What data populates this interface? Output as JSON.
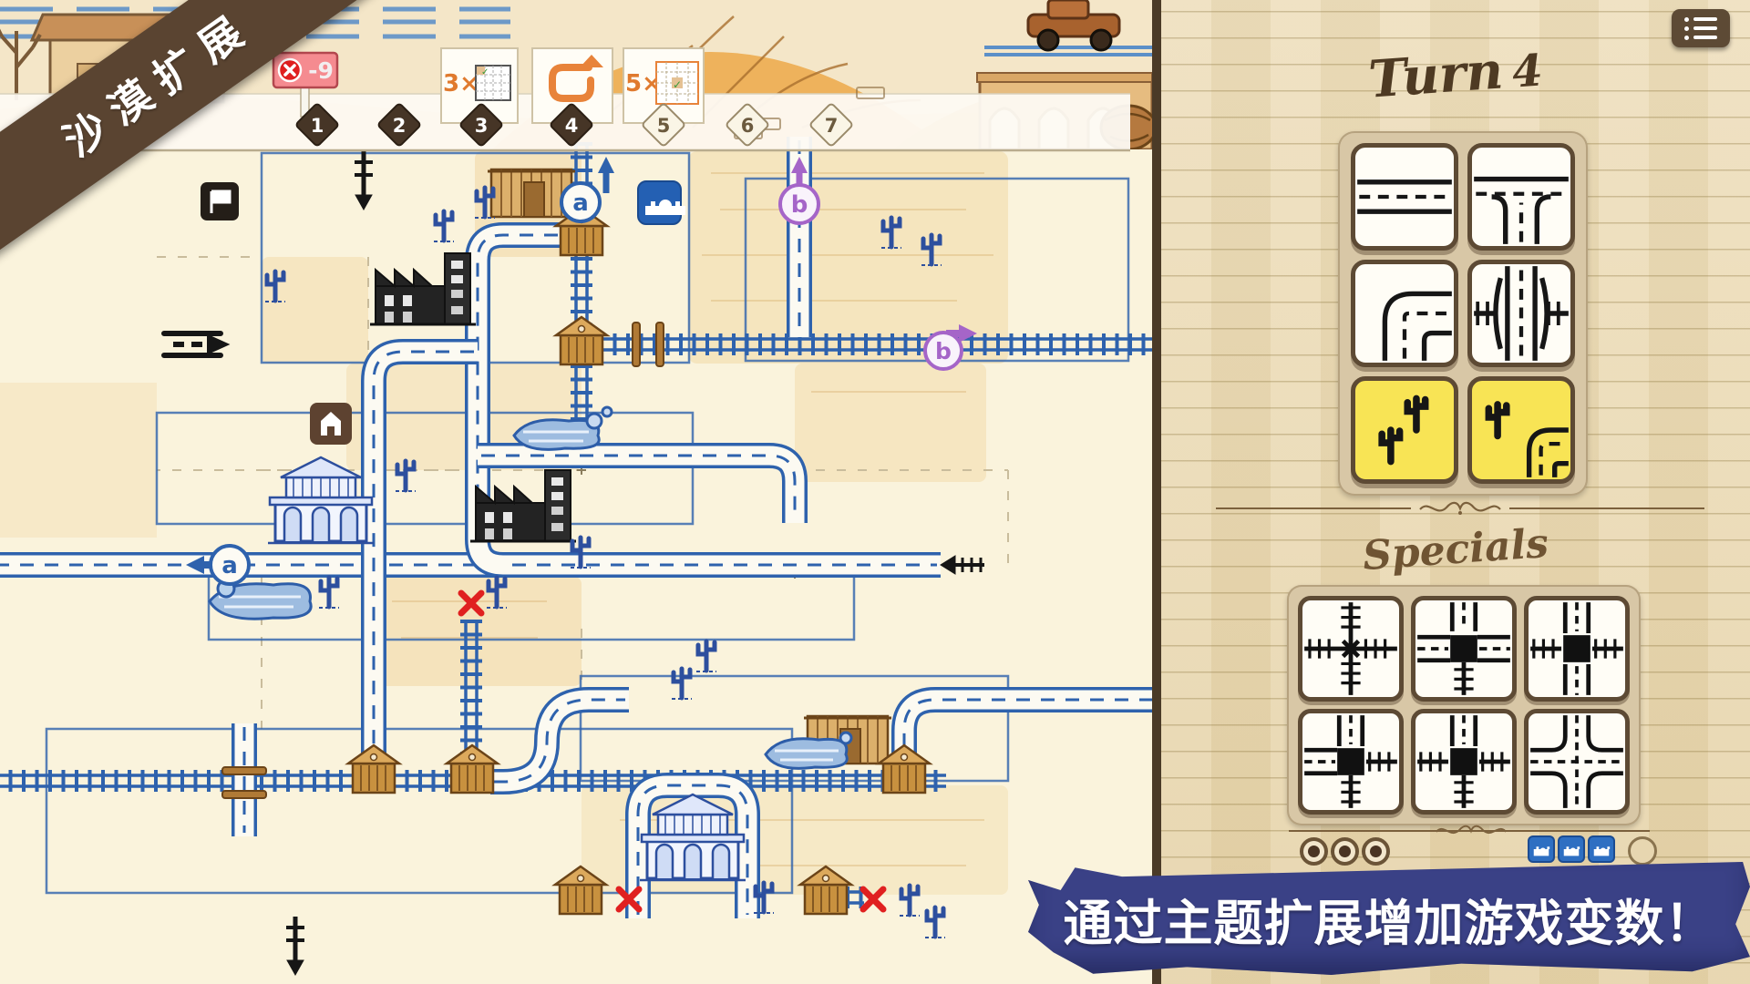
{
  "ribbon": {
    "label": "沙漠扩展"
  },
  "hud": {
    "score_badge": {
      "icon": "x-circle",
      "value": "-9"
    },
    "turn_track": {
      "current_turn": 4,
      "markers": [
        {
          "n": "1",
          "filled": true
        },
        {
          "n": "2",
          "filled": true
        },
        {
          "n": "3",
          "filled": true
        },
        {
          "n": "4",
          "filled": true
        },
        {
          "n": "5",
          "filled": false
        },
        {
          "n": "6",
          "filled": false
        },
        {
          "n": "7",
          "filled": false
        }
      ],
      "cards": [
        {
          "slot": 3,
          "label": "3×",
          "icon": "grid-check"
        },
        {
          "slot": 4,
          "label": "",
          "icon": "redo-arrow"
        },
        {
          "slot": 5,
          "label": "5×",
          "icon": "grid-center-check"
        }
      ]
    }
  },
  "board": {
    "exits": [
      {
        "label": "a",
        "color": "blue",
        "position": "top-rail"
      },
      {
        "label": "b",
        "color": "purple",
        "position": "top-road"
      },
      {
        "label": "a",
        "color": "blue",
        "position": "left-road"
      },
      {
        "label": "b",
        "color": "purple",
        "position": "right-rail"
      }
    ],
    "badges": [
      "flag",
      "house",
      "mission"
    ],
    "error_marks": 3,
    "features": [
      "factories",
      "mansions",
      "stations",
      "lakes",
      "cacti",
      "railways",
      "roads",
      "overpass-bridges"
    ]
  },
  "panel": {
    "menu_button": "list-menu-icon",
    "turn": {
      "label": "Turn",
      "value": "4"
    },
    "dice": [
      {
        "face": "road-straight",
        "highlight": false
      },
      {
        "face": "road-t-junction",
        "highlight": false
      },
      {
        "face": "road-curve",
        "highlight": false
      },
      {
        "face": "road-rail-overpass",
        "highlight": false
      },
      {
        "face": "desert-cacti",
        "highlight": true
      },
      {
        "face": "desert-road-curve",
        "highlight": true
      }
    ],
    "specials": {
      "heading": "Specials",
      "tiles": [
        "rail-crossroads",
        "station-roads-top-left-right-rail-bottom",
        "station-roads-vertical-rails-horizontal",
        "station-road-top-left-rails-right-bottom",
        "station-road-top-rails-left-right-bottom",
        "road-crossroads"
      ]
    },
    "counters": {
      "used_dots": 3,
      "expansion_badges": 3
    }
  },
  "banner": {
    "text": "通过主题扩展增加游戏变数！"
  },
  "colors": {
    "ink_blue": "#2e62ad",
    "accent_orange": "#e8833a",
    "purple": "#a565c8",
    "navy": "#3a4186",
    "desert_yellow": "#f8e455",
    "wood": "#ead9b7",
    "brown": "#5d4a34",
    "red": "#e02020"
  }
}
